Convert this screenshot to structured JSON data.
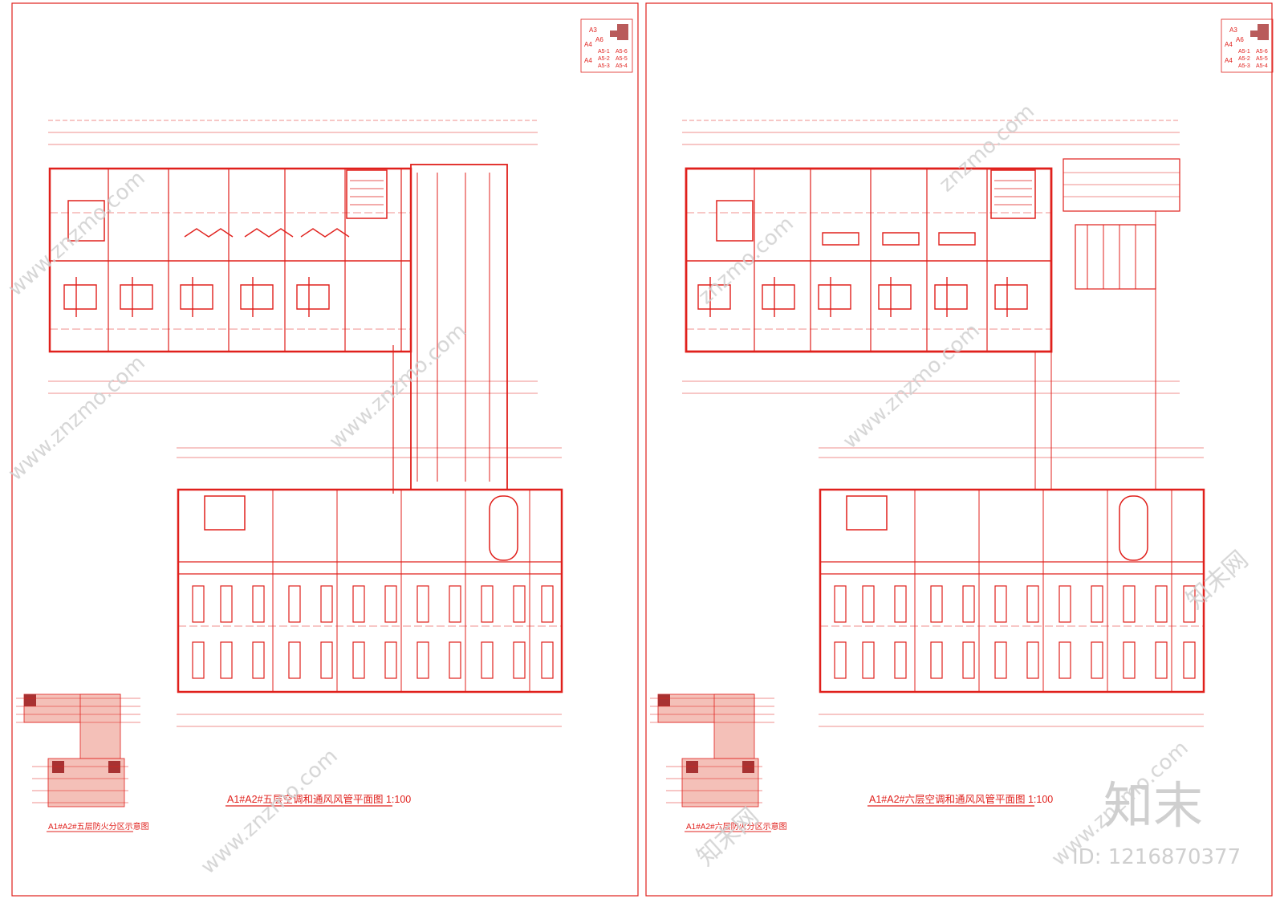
{
  "sheets": [
    {
      "title": "A1#A2#五层空调和通风风管平面图 1:100",
      "fire_zone_caption": "A1#A2#五层防火分区示意图",
      "key_plan": {
        "labels": [
          "A3",
          "A6",
          "A4",
          "A4",
          "A5-1",
          "A5-6",
          "A5-2",
          "A5-5",
          "A5-3",
          "A5-4"
        ]
      }
    },
    {
      "title": "A1#A2#六层空调和通风风管平面图 1:100",
      "fire_zone_caption": "A1#A2#六层防火分区示意图",
      "key_plan": {
        "labels": [
          "A3",
          "A6",
          "A4",
          "A4",
          "A5-1",
          "A5-6",
          "A5-2",
          "A5-5",
          "A5-3",
          "A5-4"
        ]
      }
    }
  ],
  "watermark": {
    "site": "www.znzmo.com",
    "site_short": "znzmo.com",
    "brand_cn": "知末网",
    "logo": "知末",
    "id_label": "ID: 1216870377"
  },
  "colors": {
    "line": "#e0201c",
    "fill_dark": "#a83232",
    "fill_light": "#f4c0b8",
    "watermark": "#cfcfcf",
    "background": "#ffffff"
  }
}
